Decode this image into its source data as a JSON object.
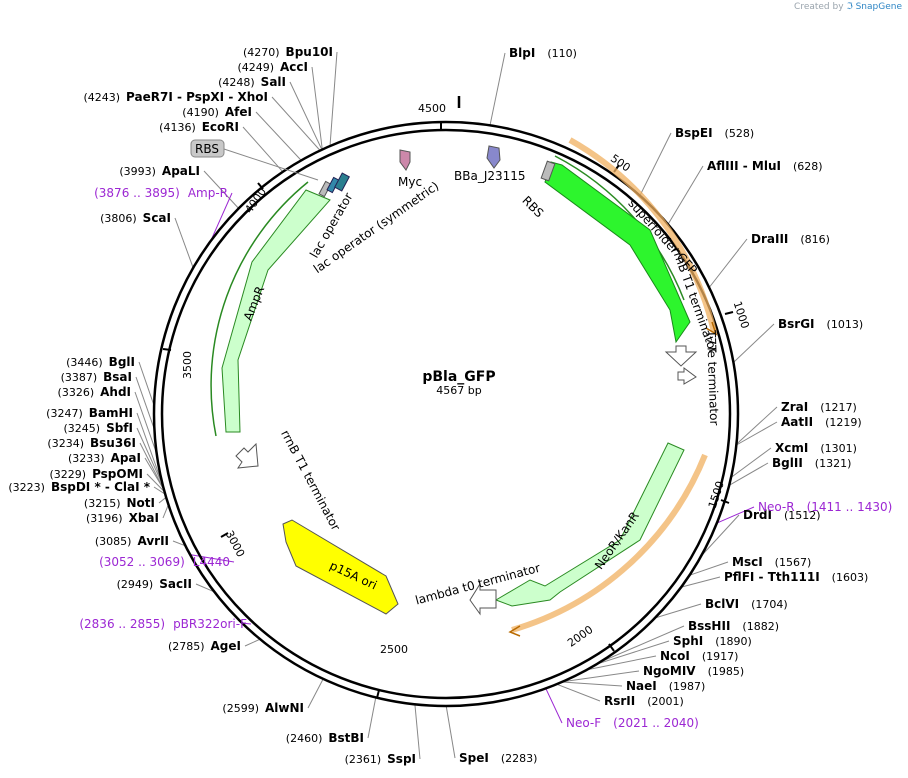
{
  "credit": {
    "prefix": "Created by",
    "brand": "SnapGene"
  },
  "plasmid": {
    "name": "pBla_GFP",
    "size_label": "4567 bp",
    "length": 4567
  },
  "ticks": [
    {
      "label": "500",
      "bp": 500
    },
    {
      "label": "1000",
      "bp": 1000
    },
    {
      "label": "1500",
      "bp": 1500
    },
    {
      "label": "2000",
      "bp": 2000
    },
    {
      "label": "2500",
      "bp": 2500
    },
    {
      "label": "3000",
      "bp": 3000
    },
    {
      "label": "3500",
      "bp": 3500
    },
    {
      "label": "4000",
      "bp": 4000
    },
    {
      "label": "4500",
      "bp": 4500
    }
  ],
  "enzymes": [
    {
      "name": "BlpI",
      "pos": "(110)",
      "bp": 110,
      "side": "right"
    },
    {
      "name": "BspEI",
      "pos": "(528)",
      "bp": 528,
      "side": "right"
    },
    {
      "name": "AflIII  - MluI",
      "pos": "(628)",
      "bp": 628,
      "side": "right"
    },
    {
      "name": "DraIII",
      "pos": "(816)",
      "bp": 816,
      "side": "right"
    },
    {
      "name": "BsrGI",
      "pos": "(1013)",
      "bp": 1013,
      "side": "right"
    },
    {
      "name": "ZraI",
      "pos": "(1217)",
      "bp": 1217,
      "side": "right"
    },
    {
      "name": "AatII",
      "pos": "(1219)",
      "bp": 1219,
      "side": "right"
    },
    {
      "name": "XcmI",
      "pos": "(1301)",
      "bp": 1301,
      "side": "right"
    },
    {
      "name": "BglII",
      "pos": "(1321)",
      "bp": 1321,
      "side": "right"
    },
    {
      "name": "DrdI",
      "pos": "(1512)",
      "bp": 1512,
      "side": "right"
    },
    {
      "name": "MscI",
      "pos": "(1567)",
      "bp": 1567,
      "side": "right"
    },
    {
      "name": "PflFI  - Tth111I",
      "pos": "(1603)",
      "bp": 1603,
      "side": "right"
    },
    {
      "name": "BclVI",
      "pos": "(1704)",
      "bp": 1704,
      "side": "right"
    },
    {
      "name": "BssHII",
      "pos": "(1882)",
      "bp": 1882,
      "side": "right"
    },
    {
      "name": "SphI",
      "pos": "(1890)",
      "bp": 1890,
      "side": "right"
    },
    {
      "name": "NcoI",
      "pos": "(1917)",
      "bp": 1917,
      "side": "right"
    },
    {
      "name": "NgoMIV",
      "pos": "(1985)",
      "bp": 1985,
      "side": "right"
    },
    {
      "name": "NaeI",
      "pos": "(1987)",
      "bp": 1987,
      "side": "right"
    },
    {
      "name": "RsrII",
      "pos": "(2001)",
      "bp": 2001,
      "side": "right"
    },
    {
      "name": "SpeI",
      "pos": "(2283)",
      "bp": 2283,
      "side": "right"
    },
    {
      "name": "SspI",
      "pos": "(2361)",
      "bp": 2361,
      "side": "left"
    },
    {
      "name": "BstBI",
      "pos": "(2460)",
      "bp": 2460,
      "side": "left"
    },
    {
      "name": "AlwNI",
      "pos": "(2599)",
      "bp": 2599,
      "side": "left"
    },
    {
      "name": "AgeI",
      "pos": "(2785)",
      "bp": 2785,
      "side": "left"
    },
    {
      "name": "SacII",
      "pos": "(2949)",
      "bp": 2949,
      "side": "left"
    },
    {
      "name": "AvrII",
      "pos": "(3085)",
      "bp": 3085,
      "side": "left"
    },
    {
      "name": "XbaI",
      "pos": "(3196)",
      "bp": 3196,
      "side": "left"
    },
    {
      "name": "NotI",
      "pos": "(3215)",
      "bp": 3215,
      "side": "left"
    },
    {
      "name": "BspDI *  - ClaI *",
      "pos": "(3223)",
      "bp": 3223,
      "side": "left"
    },
    {
      "name": "PspOMI",
      "pos": "(3229)",
      "bp": 3229,
      "side": "left"
    },
    {
      "name": "ApaI",
      "pos": "(3233)",
      "bp": 3233,
      "side": "left"
    },
    {
      "name": "Bsu36I",
      "pos": "(3234)",
      "bp": 3234,
      "side": "left"
    },
    {
      "name": "SbfI",
      "pos": "(3245)",
      "bp": 3245,
      "side": "left"
    },
    {
      "name": "BamHI",
      "pos": "(3247)",
      "bp": 3247,
      "side": "left"
    },
    {
      "name": "AhdI",
      "pos": "(3326)",
      "bp": 3326,
      "side": "left"
    },
    {
      "name": "BsaI",
      "pos": "(3387)",
      "bp": 3387,
      "side": "left"
    },
    {
      "name": "BglI",
      "pos": "(3446)",
      "bp": 3446,
      "side": "left"
    },
    {
      "name": "ScaI",
      "pos": "(3806)",
      "bp": 3806,
      "side": "left"
    },
    {
      "name": "ApaLI",
      "pos": "(3993)",
      "bp": 3993,
      "side": "left"
    },
    {
      "name": "EcoRI",
      "pos": "(4136)",
      "bp": 4136,
      "side": "left"
    },
    {
      "name": "AfeI",
      "pos": "(4190)",
      "bp": 4190,
      "side": "left"
    },
    {
      "name": "PaeR7I  - PspXI  - XhoI",
      "pos": "(4243)",
      "bp": 4243,
      "side": "left"
    },
    {
      "name": "SalI",
      "pos": "(4248)",
      "bp": 4248,
      "side": "left"
    },
    {
      "name": "AccI",
      "pos": "(4249)",
      "bp": 4249,
      "side": "left"
    },
    {
      "name": "Bpu10I",
      "pos": "(4270)",
      "bp": 4270,
      "side": "left"
    }
  ],
  "primers": [
    {
      "name": "Neo-R",
      "range": "(1411 .. 1430)",
      "bp": 1420
    },
    {
      "name": "Neo-F",
      "range": "(2021 .. 2040)",
      "bp": 2030
    },
    {
      "name": "pBR322ori-F",
      "range": "(2836 .. 2855)",
      "bp": 2845
    },
    {
      "name": "L4440",
      "range": "(3052 .. 3069)",
      "bp": 3060
    },
    {
      "name": "Amp-R",
      "range": "(3876 .. 3895)",
      "bp": 3885
    }
  ],
  "features": [
    {
      "name": "superfolder GFP",
      "color": "#22ee22"
    },
    {
      "name": "rrnB T1 terminator"
    },
    {
      "name": "T7Te terminator"
    },
    {
      "name": "NeoR/KanR",
      "color": "#ccffcc"
    },
    {
      "name": "lambda t0 terminator"
    },
    {
      "name": "p15A ori",
      "color": "#ffff00"
    },
    {
      "name": "rrnB T1 terminator"
    },
    {
      "name": "AmpR",
      "color": "#ccffcc"
    },
    {
      "name": "lac operator"
    },
    {
      "name": "lac operator (symmetric)"
    },
    {
      "name": "Myc",
      "color": "#cc88aa"
    },
    {
      "name": "BBa_J23115",
      "color": "#8888cc"
    },
    {
      "name": "RBS"
    },
    {
      "name": "RBS"
    }
  ]
}
